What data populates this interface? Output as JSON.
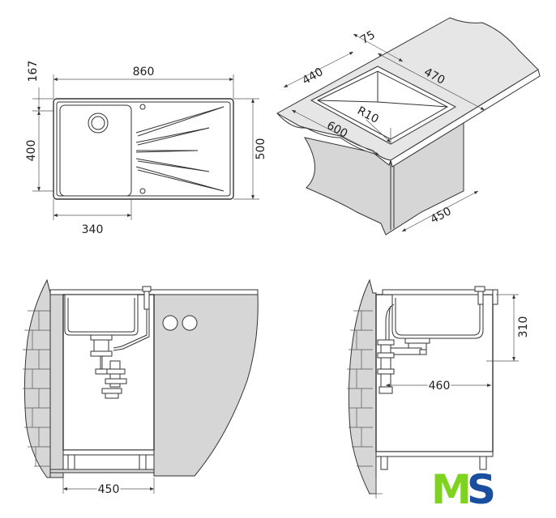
{
  "top_view": {
    "overall_width": "860",
    "edge_offset": "167",
    "bowl_depth": "400",
    "overall_depth": "500",
    "bowl_width": "340"
  },
  "iso_view": {
    "top_width": "75",
    "bowl_length": "440",
    "drainer_length": "470",
    "corner_radius": "R10",
    "cabinet_width": "600",
    "cabinet_depth": "450"
  },
  "front_view": {
    "cabinet_width": "450"
  },
  "side_view": {
    "height": "310",
    "depth": "460"
  },
  "logo": {
    "text_m": "M",
    "text_s": "S",
    "color_m": "#7ed321",
    "color_s": "#1a4fa0"
  }
}
